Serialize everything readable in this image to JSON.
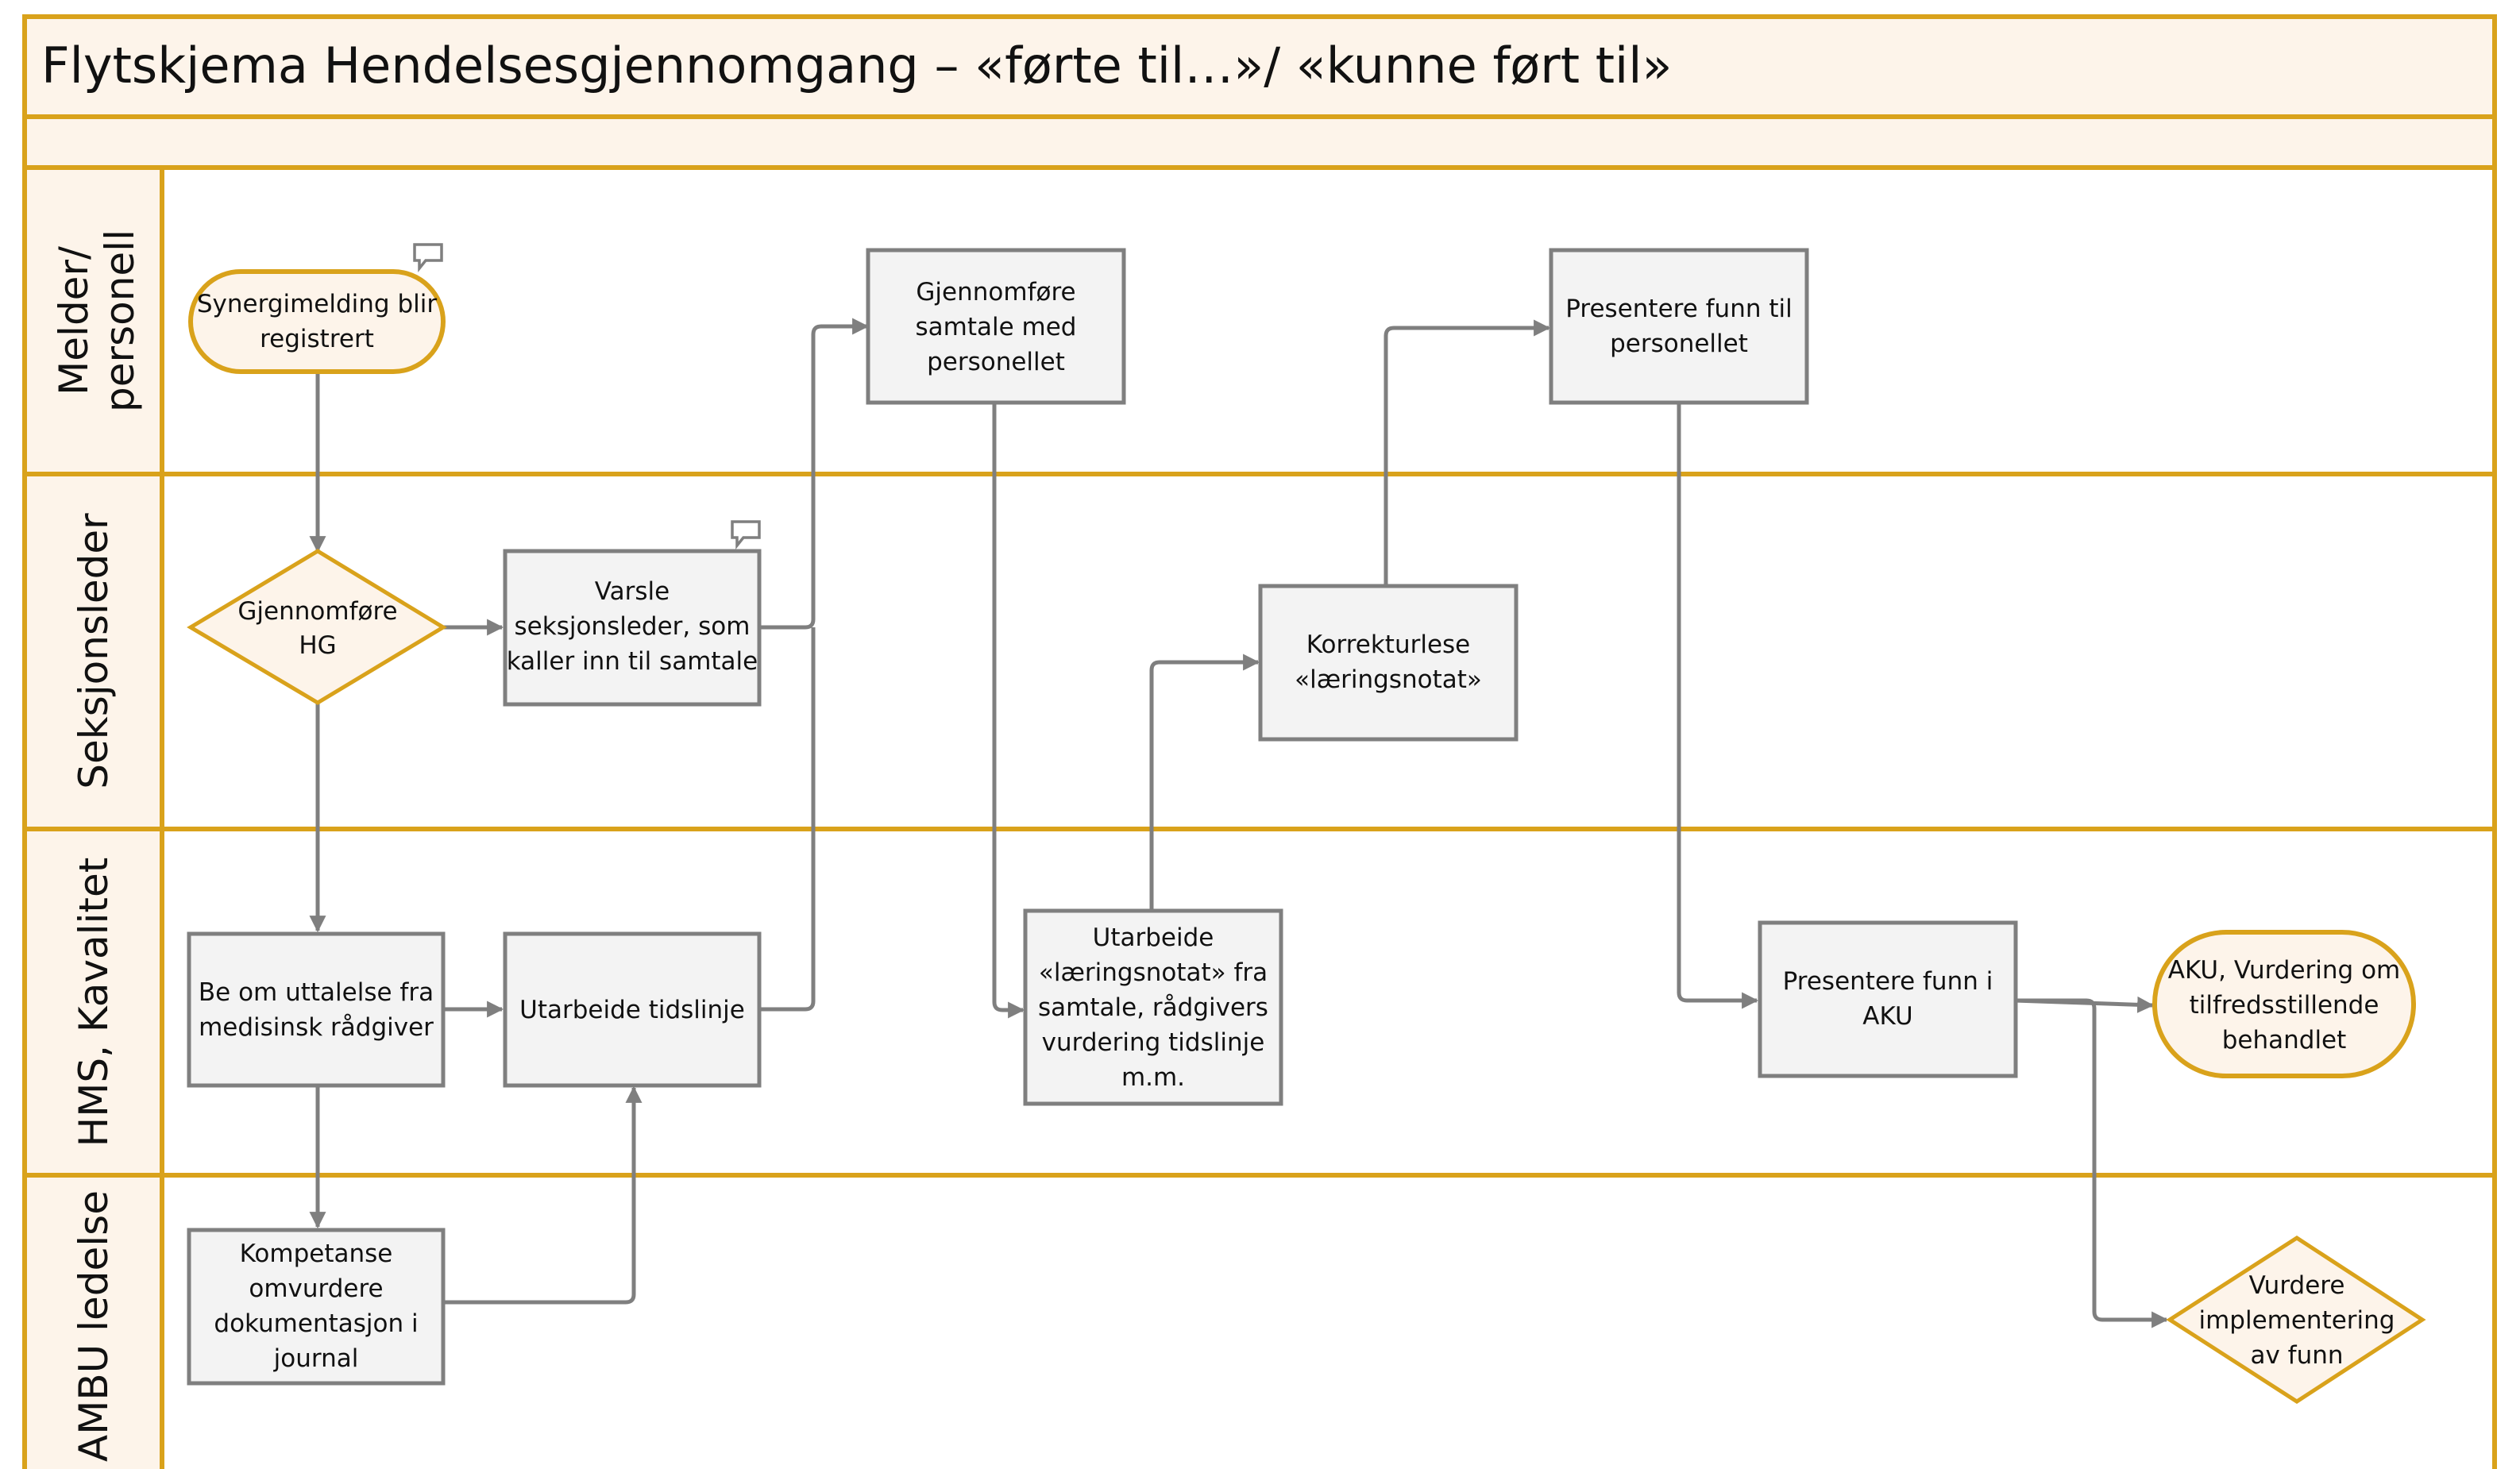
{
  "title": "Flytskjema Hendelsesgjennomgang – «førte til…»/ «kunne ført til»",
  "lanes": [
    {
      "id": "melder",
      "lines": [
        "Melder/",
        "personell"
      ]
    },
    {
      "id": "seksjonsleder",
      "lines": [
        "Seksjonsleder"
      ]
    },
    {
      "id": "hms",
      "lines": [
        "HMS, Kavalitet"
      ]
    },
    {
      "id": "ambu",
      "lines": [
        "AMBU ledelse"
      ]
    }
  ],
  "nodes": {
    "synergimelding": {
      "shape": "terminal",
      "lines": [
        "Synergimelding blir",
        "registrert"
      ]
    },
    "gjennomfore_hg": {
      "shape": "decision",
      "lines": [
        "Gjennomføre",
        "HG"
      ]
    },
    "varsle": {
      "shape": "process",
      "lines": [
        "Varsle",
        "seksjonsleder, som",
        "kaller inn til samtale"
      ]
    },
    "gjennomfore_samtale": {
      "shape": "process",
      "lines": [
        "Gjennomføre",
        "samtale med",
        "personellet"
      ]
    },
    "be_om_uttalelse": {
      "shape": "process",
      "lines": [
        "Be om uttalelse fra",
        "medisinsk rådgiver"
      ]
    },
    "utarbeide_tidslinje": {
      "shape": "process",
      "lines": [
        "Utarbeide tidslinje"
      ]
    },
    "kompetanse": {
      "shape": "process",
      "lines": [
        "Kompetanse",
        "omvurdere",
        "dokumentasjon i",
        "journal"
      ]
    },
    "utarbeide_notat": {
      "shape": "process",
      "lines": [
        "Utarbeide",
        "«læringsnotat» fra",
        "samtale, rådgivers",
        "vurdering tidslinje",
        "m.m."
      ]
    },
    "korrekturlese": {
      "shape": "process",
      "lines": [
        "Korrekturlese",
        "«læringsnotat»"
      ]
    },
    "presentere_personell": {
      "shape": "process",
      "lines": [
        "Presentere funn til",
        "personellet"
      ]
    },
    "presentere_aku": {
      "shape": "process",
      "lines": [
        "Presentere funn i",
        "AKU"
      ]
    },
    "aku_vurdering": {
      "shape": "terminal",
      "lines": [
        "AKU, Vurdering om",
        "tilfredsstillende",
        "behandlet"
      ]
    },
    "vurdere_implementering": {
      "shape": "decision",
      "lines": [
        "Vurdere",
        "implementering",
        "av funn"
      ]
    }
  },
  "edges": [
    {
      "from": "synergimelding",
      "to": "gjennomfore_hg"
    },
    {
      "from": "gjennomfore_hg",
      "to": "varsle"
    },
    {
      "from": "gjennomfore_hg",
      "to": "be_om_uttalelse"
    },
    {
      "from": "varsle",
      "to": "gjennomfore_samtale"
    },
    {
      "from": "be_om_uttalelse",
      "to": "utarbeide_tidslinje"
    },
    {
      "from": "be_om_uttalelse",
      "to": "kompetanse"
    },
    {
      "from": "kompetanse",
      "to": "utarbeide_tidslinje"
    },
    {
      "from": "utarbeide_tidslinje",
      "to": "gjennomfore_samtale"
    },
    {
      "from": "gjennomfore_samtale",
      "to": "utarbeide_notat"
    },
    {
      "from": "utarbeide_notat",
      "to": "korrekturlese"
    },
    {
      "from": "korrekturlese",
      "to": "presentere_personell"
    },
    {
      "from": "presentere_personell",
      "to": "presentere_aku"
    },
    {
      "from": "presentere_aku",
      "to": "aku_vurdering"
    },
    {
      "from": "presentere_aku",
      "to": "vurdere_implementering"
    }
  ],
  "comment_icons": [
    "synergimelding",
    "varsle"
  ],
  "colors": {
    "lane_border": "#D9A21B",
    "lane_fill": "#FDF4EA",
    "box_fill": "#F3F3F3",
    "box_border": "#7F7F7F",
    "connector": "#7F7F7F",
    "text": "#111111"
  }
}
